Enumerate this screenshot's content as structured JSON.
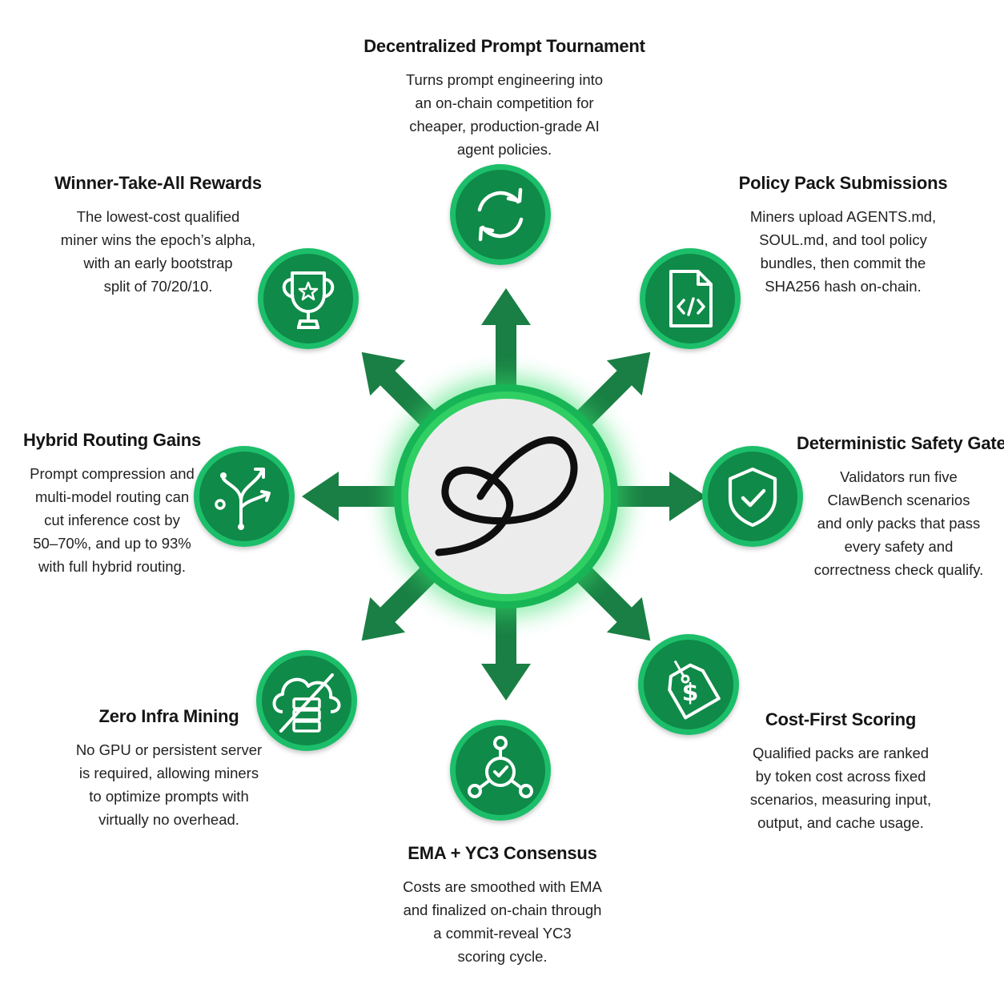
{
  "colors": {
    "node_fill": "#0f8a48",
    "node_ring": "#1fbe6a",
    "arrow": "#1a7f44",
    "glow": "#34e06c",
    "center_fill": "#ececec"
  },
  "hub": {
    "icon": "cursive-logo-icon"
  },
  "features": [
    {
      "id": "top",
      "icon": "refresh-cycle-icon",
      "title": "Decentralized Prompt Tournament",
      "lines": [
        "Turns prompt engineering into",
        "an on-chain competition for",
        "cheaper, production-grade AI",
        "agent policies."
      ]
    },
    {
      "id": "top-right",
      "icon": "code-file-icon",
      "title": "Policy Pack Submissions",
      "lines": [
        "Miners upload AGENTS.md,",
        "SOUL.md, and tool policy",
        "bundles, then commit the",
        "SHA256 hash on-chain."
      ]
    },
    {
      "id": "right",
      "icon": "shield-check-icon",
      "title": "Deterministic Safety Gates",
      "lines": [
        "Validators run five",
        "ClawBench scenarios",
        "and only packs that pass",
        "every safety and",
        "correctness check qualify."
      ]
    },
    {
      "id": "bottom-right",
      "icon": "price-tag-icon",
      "title": "Cost-First Scoring",
      "lines": [
        "Qualified packs are ranked",
        "by token cost across fixed",
        "scenarios, measuring input,",
        "output, and cache usage."
      ]
    },
    {
      "id": "bottom",
      "icon": "consensus-network-icon",
      "title": "EMA + YC3 Consensus",
      "lines": [
        "Costs are smoothed with EMA",
        "and finalized on-chain through",
        "a commit-reveal YC3",
        "scoring cycle."
      ]
    },
    {
      "id": "bottom-left",
      "icon": "no-server-cloud-icon",
      "title": "Zero Infra  Mining",
      "lines": [
        "No GPU or persistent server",
        "is required, allowing miners",
        "to optimize prompts with",
        "virtually no overhead."
      ]
    },
    {
      "id": "left",
      "icon": "branching-routes-icon",
      "title": "Hybrid Routing Gains",
      "lines": [
        "Prompt compression and",
        "multi-model routing can",
        "cut inference cost by",
        "50–70%, and up to 93%",
        "with full hybrid routing."
      ]
    },
    {
      "id": "top-left",
      "icon": "trophy-icon",
      "title": "Winner-Take-All Rewards",
      "lines": [
        "The lowest-cost qualified",
        "miner wins the epoch’s alpha,",
        "with an early bootstrap",
        "split of 70/20/10."
      ]
    }
  ]
}
